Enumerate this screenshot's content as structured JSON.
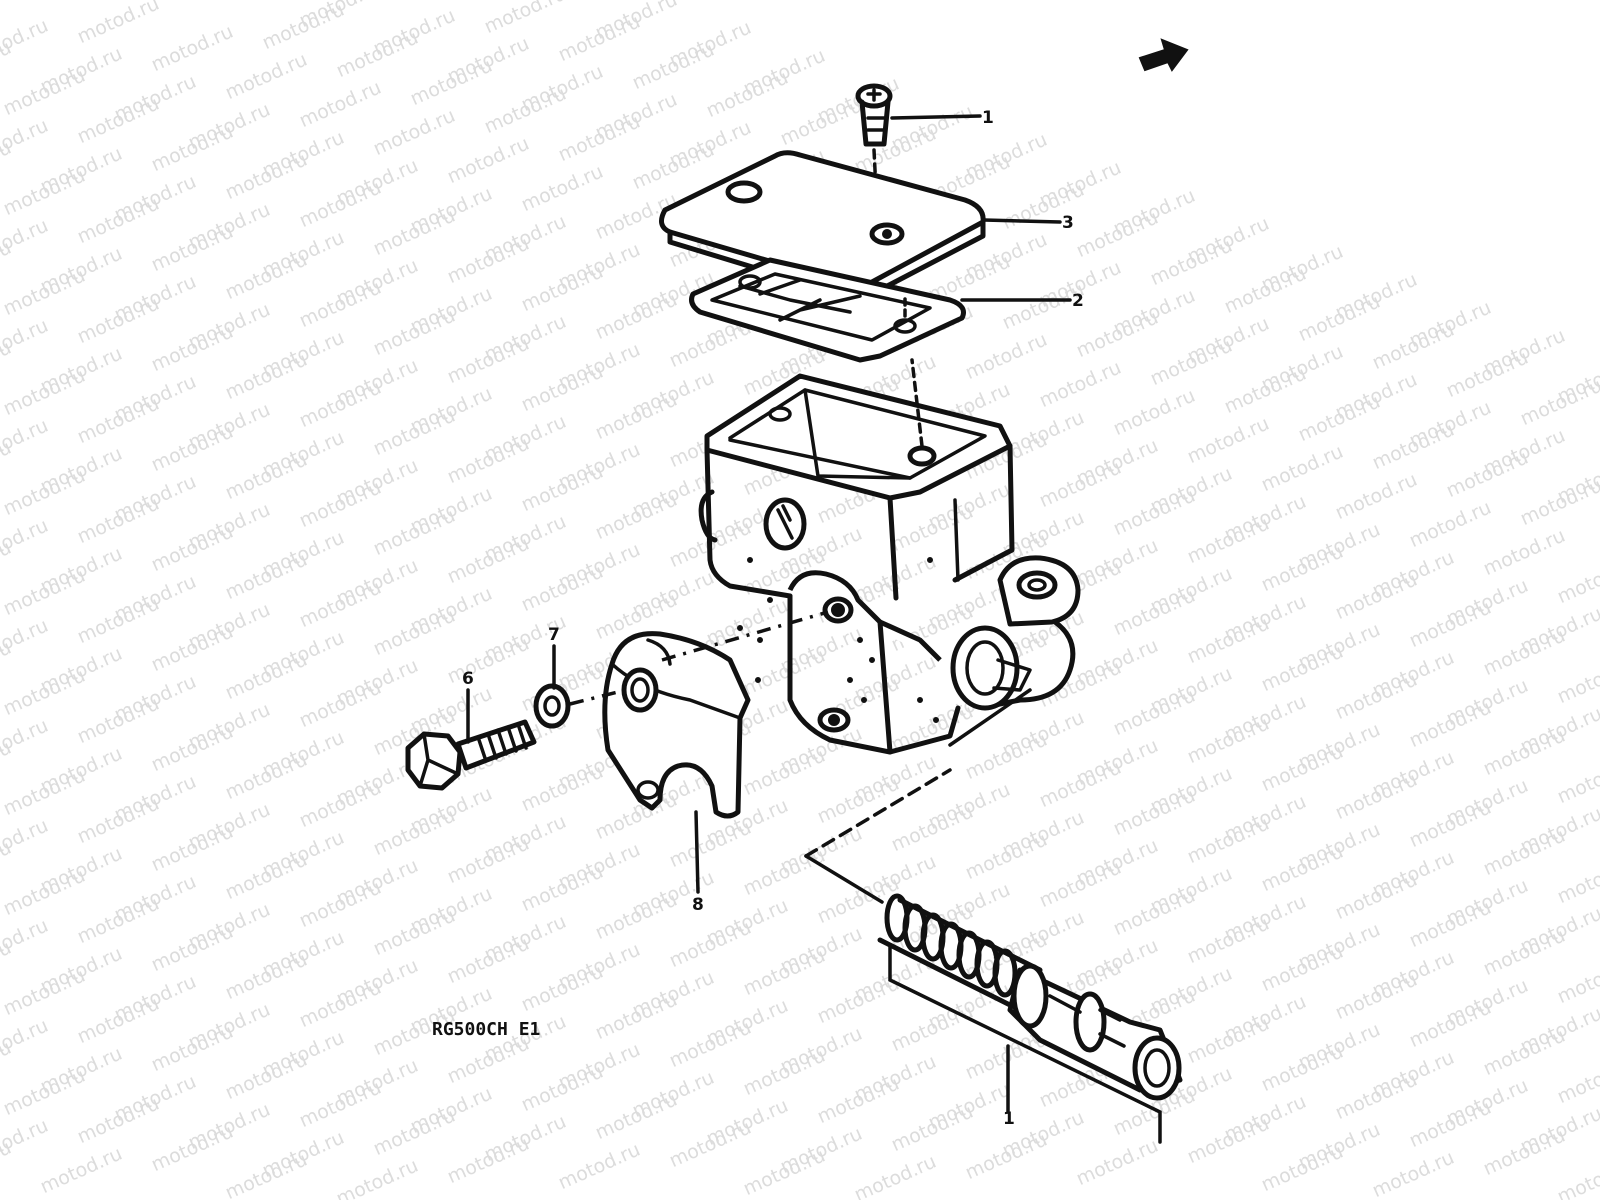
{
  "watermark": {
    "text": "motod.ru",
    "color": "#dcdcdc"
  },
  "callouts": {
    "screw": "1",
    "cap": "3",
    "diaphragm": "2",
    "bolt": "6",
    "washer": "7",
    "holder": "8",
    "piston_set": "1"
  },
  "model_label": "RG500CH E1",
  "front_arrow_icon": "arrow-right-icon",
  "colors": {
    "ink": "#111111",
    "background": "#ffffff"
  }
}
